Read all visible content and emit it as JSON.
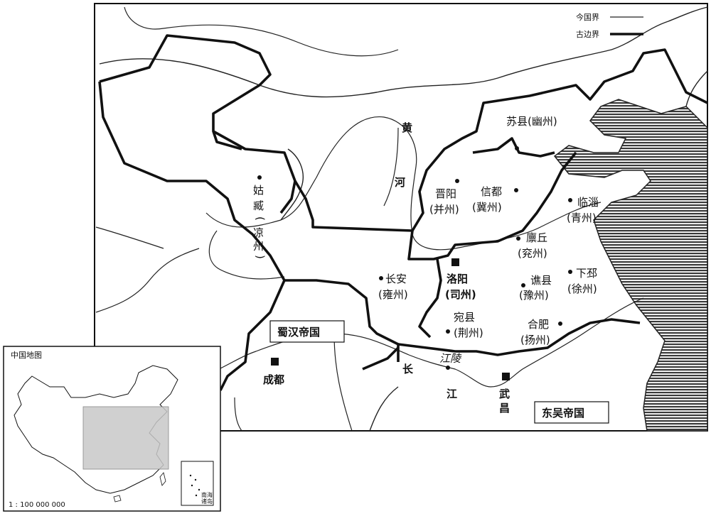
{
  "legend": {
    "modern_border": "今国界",
    "ancient_border": "古边界"
  },
  "river_labels": {
    "yellow_river_1": "黄",
    "yellow_river_2": "河",
    "yangtze_1": "长",
    "yangtze_2": "江"
  },
  "empires": {
    "shu_han": "蜀汉帝国",
    "dong_wu": "东吴帝国"
  },
  "capitals": {
    "chengdu": "成都",
    "luoyang_1": "洛阳",
    "luoyang_2": "(司州)",
    "wuchang_1": "武",
    "wuchang_2": "昌"
  },
  "cities": {
    "guzang_1": "姑",
    "guzang_2": "臧",
    "guzang_3": "(",
    "guzang_4": "凉",
    "guzang_5": "州",
    "guzang_6": ")",
    "suxian_1": "苏县(幽州)",
    "jinyang_1": "晋阳",
    "jinyang_2": "(并州)",
    "xindu_1": "信都",
    "xindu_2": "(冀州)",
    "linzi_1": "临淄",
    "linzi_2": "(青州)",
    "linqiu_1": "廪丘",
    "linqiu_2": "(兖州)",
    "changan_1": "长安",
    "changan_2": "(雍州)",
    "qiaoxian_1": "谯县",
    "qiaoxian_2": "(豫州)",
    "xiapi_1": "下邳",
    "xiapi_2": "(徐州)",
    "wanxian_1": "宛县",
    "wanxian_2": "(荆州)",
    "hefei_1": "合肥",
    "hefei_2": "(扬州)",
    "jiangling": "江陵"
  },
  "inset": {
    "title": "中国地图",
    "scale": "1 : 100 000 000",
    "islands_1": "南海",
    "islands_2": "诸岛"
  },
  "colors": {
    "sea_hatch": "#3a3a3a",
    "highlight": "#c8c8c8"
  }
}
